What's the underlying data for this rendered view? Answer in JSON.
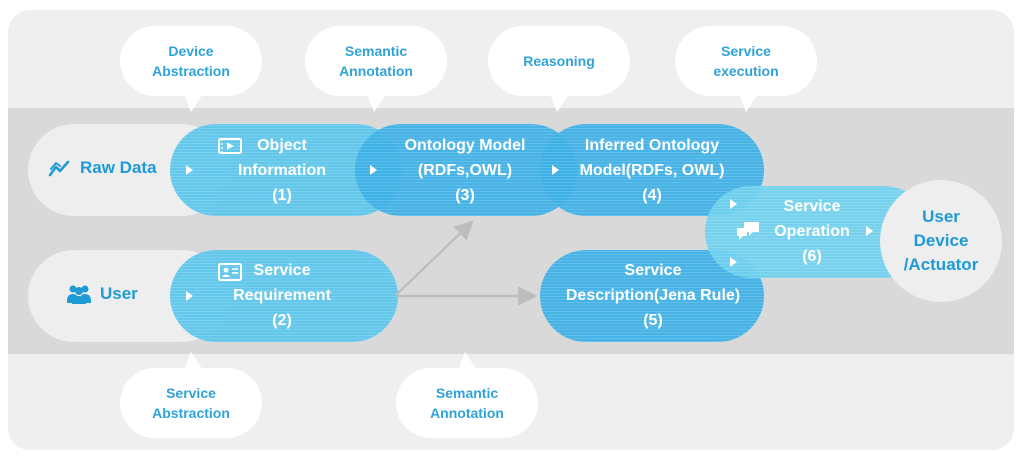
{
  "callouts_top": [
    {
      "label": "Device\nAbstraction"
    },
    {
      "label": "Semantic\nAnnotation"
    },
    {
      "label": "Reasoning"
    },
    {
      "label": "Service\nexecution"
    }
  ],
  "callouts_bottom": [
    {
      "label": "Service\nAbstraction"
    },
    {
      "label": "Semantic\nAnnotation"
    }
  ],
  "sources": {
    "raw_data": {
      "label": "Raw Data",
      "icon": "trend-line-icon"
    },
    "user": {
      "label": "User",
      "icon": "users-icon"
    }
  },
  "stages": {
    "object_information": {
      "label": "Object\nInformation\n(1)",
      "icon": "video-icon"
    },
    "service_requirement": {
      "label": "Service\nRequirement\n(2)",
      "icon": "id-card-icon"
    },
    "ontology_model": {
      "label": "Ontology Model\n(RDFs,OWL)\n(3)"
    },
    "inferred_ontology": {
      "label": "Inferred Ontology\nModel(RDFs, OWL)\n(4)"
    },
    "service_description": {
      "label": "Service\nDescription(Jena Rule)\n(5)"
    },
    "service_operation": {
      "label": "Service\nOperation\n(6)",
      "icon": "chat-icon"
    }
  },
  "endpoint": {
    "label": "User\nDevice\n/Actuator"
  },
  "colors": {
    "accent_text": "#1e9ad6",
    "callout_text": "#2fa3d8",
    "pill": "#59c6ec",
    "band": "#d9d9d9",
    "frame": "#efefef"
  }
}
